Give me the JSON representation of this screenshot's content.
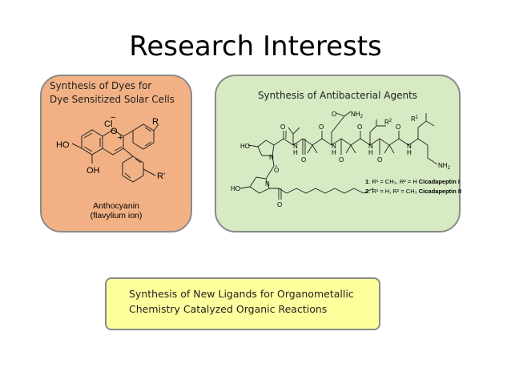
{
  "title": "Research Interests",
  "dyes_panel": {
    "heading_line1": "Synthesis of Dyes for",
    "heading_line2": "Dye Sensitized Solar Cells",
    "atoms": {
      "cl": "Cl",
      "minus": "−",
      "plus": "+",
      "o_ring": "O",
      "r": "R",
      "r_prime": "R'",
      "ho": "HO",
      "oh": "OH"
    },
    "caption_line1": "Anthocyanin",
    "caption_line2": "(flavylium ion)",
    "color": "#f2b184"
  },
  "antibacterial_panel": {
    "heading": "Synthesis of Antibacterial Agents",
    "atoms": {
      "ho_top": "HO",
      "ho_bottom": "HO",
      "n_ring_top": "N",
      "n_ring_bottom": "N",
      "nh2_top": "NH",
      "nh2_top_sub": "2",
      "nh2_bottom": "NH",
      "nh2_bottom_sub": "2",
      "r1": "R",
      "r1_sup": "1",
      "r2": "R",
      "r2_sup": "2",
      "n": "N",
      "h": "H",
      "o": "O"
    },
    "legend": {
      "line1_num": "1",
      "line1_text": ": R¹ = CH₃, R² = H",
      "line1_name": "Cicadapeptin I",
      "line2_num": "2",
      "line2_text": ": R¹ = H,  R² = CH₃",
      "line2_name": "Cicadapeptin II"
    },
    "color": "#d6eac3"
  },
  "ligands_panel": {
    "line1": "Synthesis of New Ligands for Organometallic",
    "line2": "Chemistry Catalyzed Organic Reactions",
    "color": "#fffe9c"
  }
}
